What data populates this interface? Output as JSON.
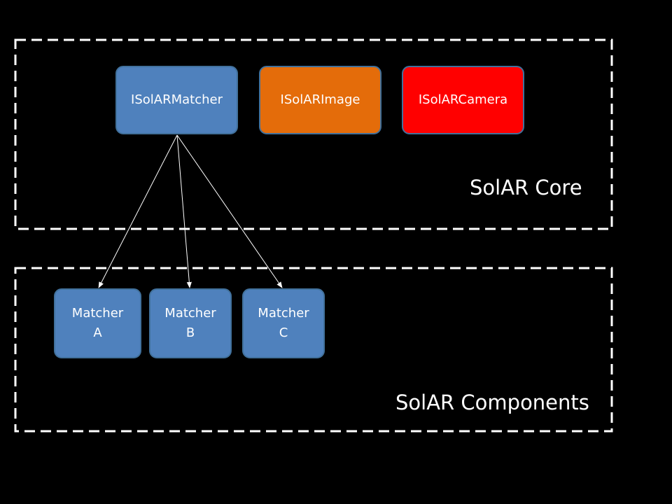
{
  "core": {
    "label": "SolAR Core",
    "nodes": [
      {
        "id": "matcher",
        "label": "ISolARMatcher",
        "color": "#4f81bd"
      },
      {
        "id": "image",
        "label": "ISolARImage",
        "color": "#e46c0a"
      },
      {
        "id": "camera",
        "label": "ISolARCamera",
        "color": "#ff0000"
      }
    ]
  },
  "components": {
    "label": "SolAR Components",
    "nodes": [
      {
        "id": "a",
        "line1": "Matcher",
        "line2": "A",
        "color": "#4f81bd"
      },
      {
        "id": "b",
        "line1": "Matcher",
        "line2": "B",
        "color": "#4f81bd"
      },
      {
        "id": "c",
        "line1": "Matcher",
        "line2": "C",
        "color": "#4f81bd"
      }
    ]
  },
  "colors": {
    "background": "#000000",
    "border": "#ffffff",
    "node_stroke": "#41719c",
    "arrow": "#ffffff"
  }
}
